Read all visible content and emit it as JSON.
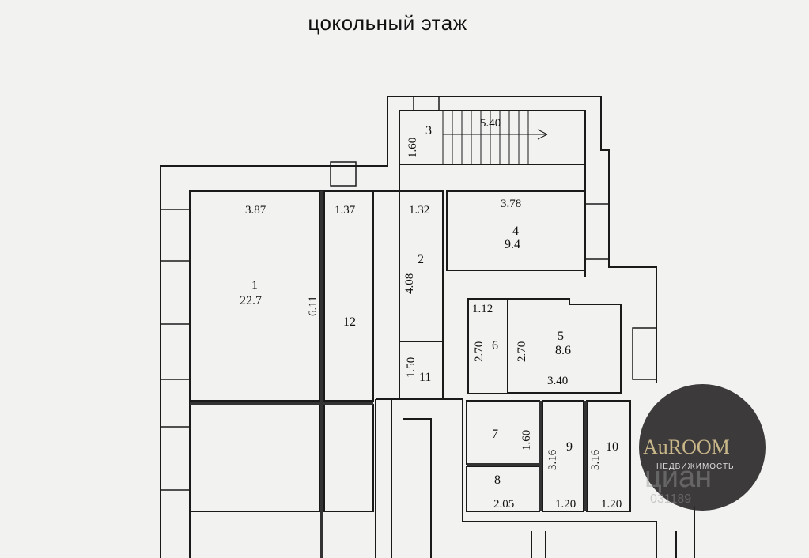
{
  "title": "цокольный этаж",
  "rooms": [
    {
      "id": "room-1",
      "number": "1",
      "area": "22.7"
    },
    {
      "id": "room-2",
      "number": "2"
    },
    {
      "id": "room-3",
      "number": "3"
    },
    {
      "id": "room-4",
      "number": "4",
      "area": "9.4"
    },
    {
      "id": "room-5",
      "number": "5",
      "area": "8.6"
    },
    {
      "id": "room-6",
      "number": "6"
    },
    {
      "id": "room-7",
      "number": "7"
    },
    {
      "id": "room-8",
      "number": "8"
    },
    {
      "id": "room-9",
      "number": "9"
    },
    {
      "id": "room-10",
      "number": "10"
    },
    {
      "id": "room-11",
      "number": "11"
    },
    {
      "id": "room-12",
      "number": "12"
    }
  ],
  "dimensions": {
    "d_3_87": "3.87",
    "d_1_37": "1.37",
    "d_1_32": "1.32",
    "d_3_78": "3.78",
    "d_5_40": "5.40",
    "d_1_60a": "1.60",
    "d_6_11": "6.11",
    "d_4_08": "4.08",
    "d_1_12": "1.12",
    "d_2_70a": "2.70",
    "d_2_70b": "2.70",
    "d_1_50": "1.50",
    "d_3_40": "3.40",
    "d_1_60b": "1.60",
    "d_3_16a": "3.16",
    "d_3_16b": "3.16",
    "d_2_05": "2.05",
    "d_1_20a": "1.20",
    "d_1_20b": "1.20"
  },
  "watermark": {
    "brand": "AuROOM",
    "subtitle": "НЕДВИЖИМОСТЬ",
    "ghost_brand": "циан",
    "ghost_id": "031189"
  }
}
